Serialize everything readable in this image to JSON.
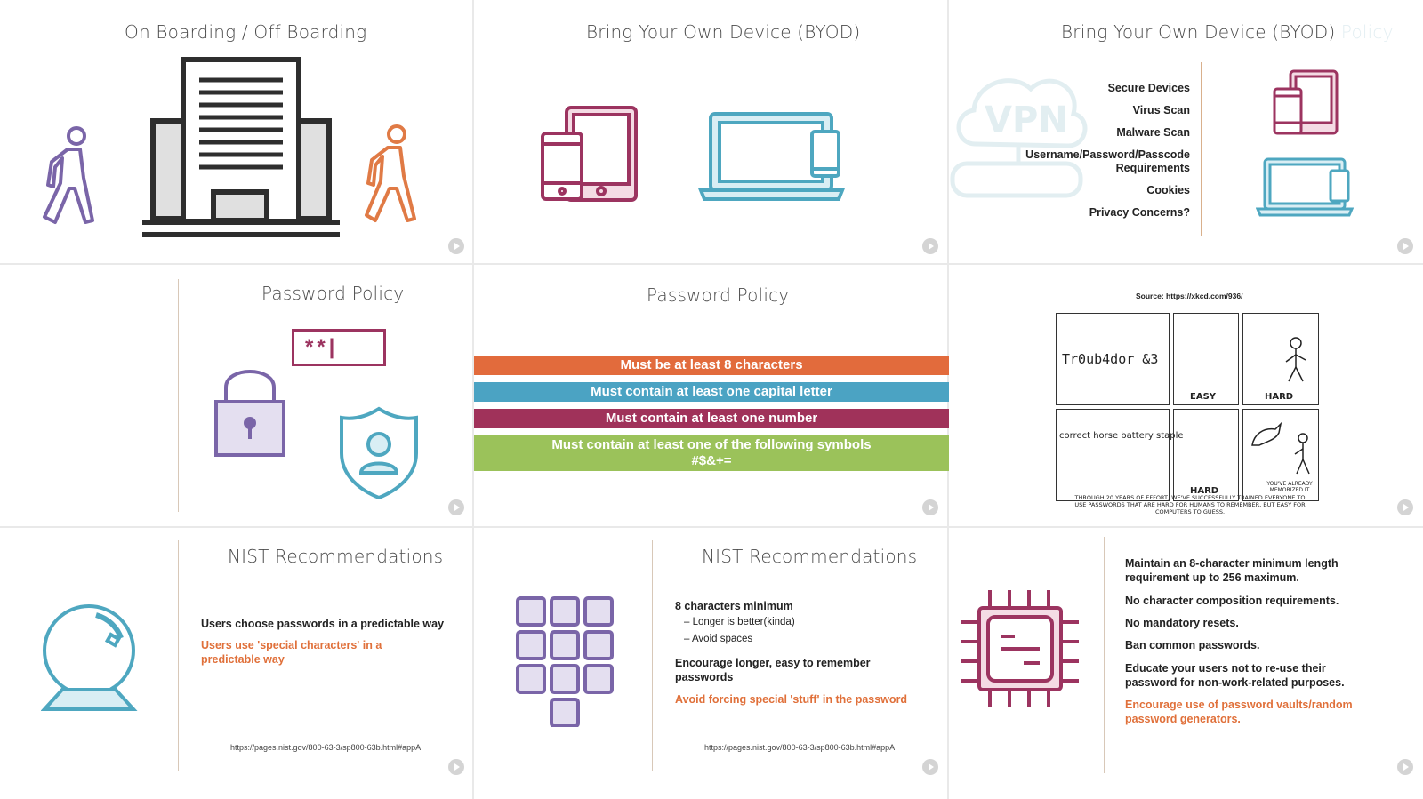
{
  "slides": {
    "onboarding": {
      "title": "On Boarding / Off Boarding"
    },
    "byod": {
      "title": "Bring Your Own Device (BYOD)"
    },
    "byod_policy": {
      "title": "Bring Your Own Device (BYOD)",
      "title_faded": "Policy",
      "items": [
        "Secure Devices",
        "Virus Scan",
        "Malware Scan",
        "Username/Password/Passcode Requirements",
        "Cookies",
        "Privacy Concerns?"
      ],
      "vpn_label": "VPN"
    },
    "password_policy_icons": {
      "title": "Password Policy",
      "field_text": "**|"
    },
    "password_policy_rules": {
      "title": "Password Policy",
      "rules": [
        {
          "text": "Must be at least 8 characters",
          "color": "#e26b3c"
        },
        {
          "text": "Must contain at least one capital letter",
          "color": "#4ba3c3"
        },
        {
          "text": "Must contain at least one number",
          "color": "#a0325a"
        },
        {
          "text": "Must contain at least one of the following symbols\n#$&+=",
          "color": "#9bc25a"
        }
      ]
    },
    "xkcd": {
      "source": "Source: https://xkcd.com/936/",
      "panel1": {
        "word": "Tr0ub4dor &3",
        "difficulty": "EASY",
        "memory": "HARD"
      },
      "panel2": {
        "phrase": "correct horse battery staple",
        "difficulty": "HARD",
        "memory": "YOU'VE ALREADY MEMORIZED IT"
      },
      "caption": "THROUGH 20 YEARS OF EFFORT, WE'VE SUCCESSFULLY TRAINED EVERYONE TO USE PASSWORDS THAT ARE HARD FOR HUMANS TO REMEMBER, BUT EASY FOR COMPUTERS TO GUESS."
    },
    "nist1": {
      "title": "NIST Recommendations",
      "line1": "Users choose passwords in a predictable way",
      "line2": "Users use 'special characters' in a predictable way",
      "url": "https://pages.nist.gov/800-63-3/sp800-63b.html#appA"
    },
    "nist2": {
      "title": "NIST Recommendations",
      "head1": "8 characters minimum",
      "sub1": "Longer is better(kinda)",
      "sub2": "Avoid spaces",
      "head2": "Encourage longer, easy to remember passwords",
      "head3": "Avoid forcing special 'stuff' in the password",
      "url": "https://pages.nist.gov/800-63-3/sp800-63b.html#appA"
    },
    "nist3": {
      "items": [
        "Maintain an 8-character minimum length requirement up to 256 maximum.",
        "No character composition requirements.",
        "No mandatory resets.",
        "Ban common passwords.",
        "Educate your users not to re-use their password for non-work-related purposes."
      ],
      "highlight": "Encourage use of password vaults/random password generators."
    }
  },
  "colors": {
    "purple": "#7a65a8",
    "orange": "#e07a45",
    "teal": "#4ea7c0",
    "maroon": "#9c3460",
    "dark": "#2e2e2e"
  }
}
